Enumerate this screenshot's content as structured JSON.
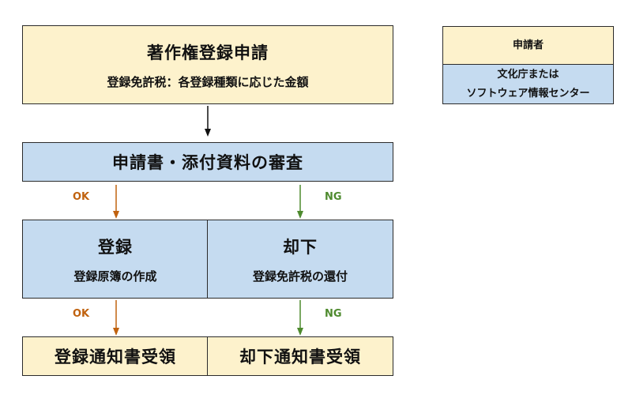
{
  "application": {
    "title": "著作権登録申請",
    "fee": "登録免許税：各登録種類に応じた金額"
  },
  "legend": {
    "applicant": "申請者",
    "agency_line1": "文化庁または",
    "agency_line2": "ソフトウェア情報センター"
  },
  "review": {
    "title": "申請書・添付資料の審査"
  },
  "labels": {
    "ok": "OK",
    "ng": "NG"
  },
  "registration": {
    "title": "登録",
    "detail": "登録原簿の作成"
  },
  "rejection": {
    "title": "却下",
    "detail": "登録免許税の還付"
  },
  "results": {
    "registered_notice": "登録通知書受領",
    "rejected_notice": "却下通知書受領"
  },
  "colors": {
    "applicant_fill": "#fdf2cc",
    "agency_fill": "#c5dbf0",
    "ok_color": "#c0620f",
    "ng_color": "#4e8a2e"
  }
}
